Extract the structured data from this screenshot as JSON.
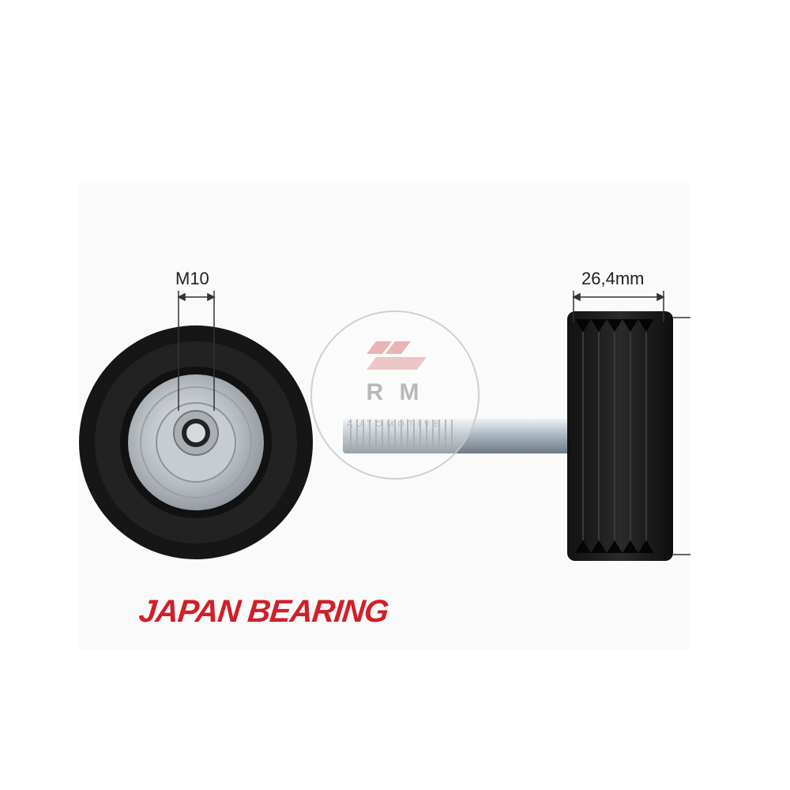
{
  "dimensions": {
    "thread": "M10",
    "width": "26,4mm"
  },
  "brand": {
    "name": "JAPAN BEARING",
    "color": "#d0202a"
  },
  "watermark": {
    "initials": "R M",
    "subtitle": "AUTOMOTIVE"
  },
  "colors": {
    "pulley_body": "#1a1a1a",
    "metal": "#c8ccd0",
    "bolt": "#b9c4cc"
  }
}
